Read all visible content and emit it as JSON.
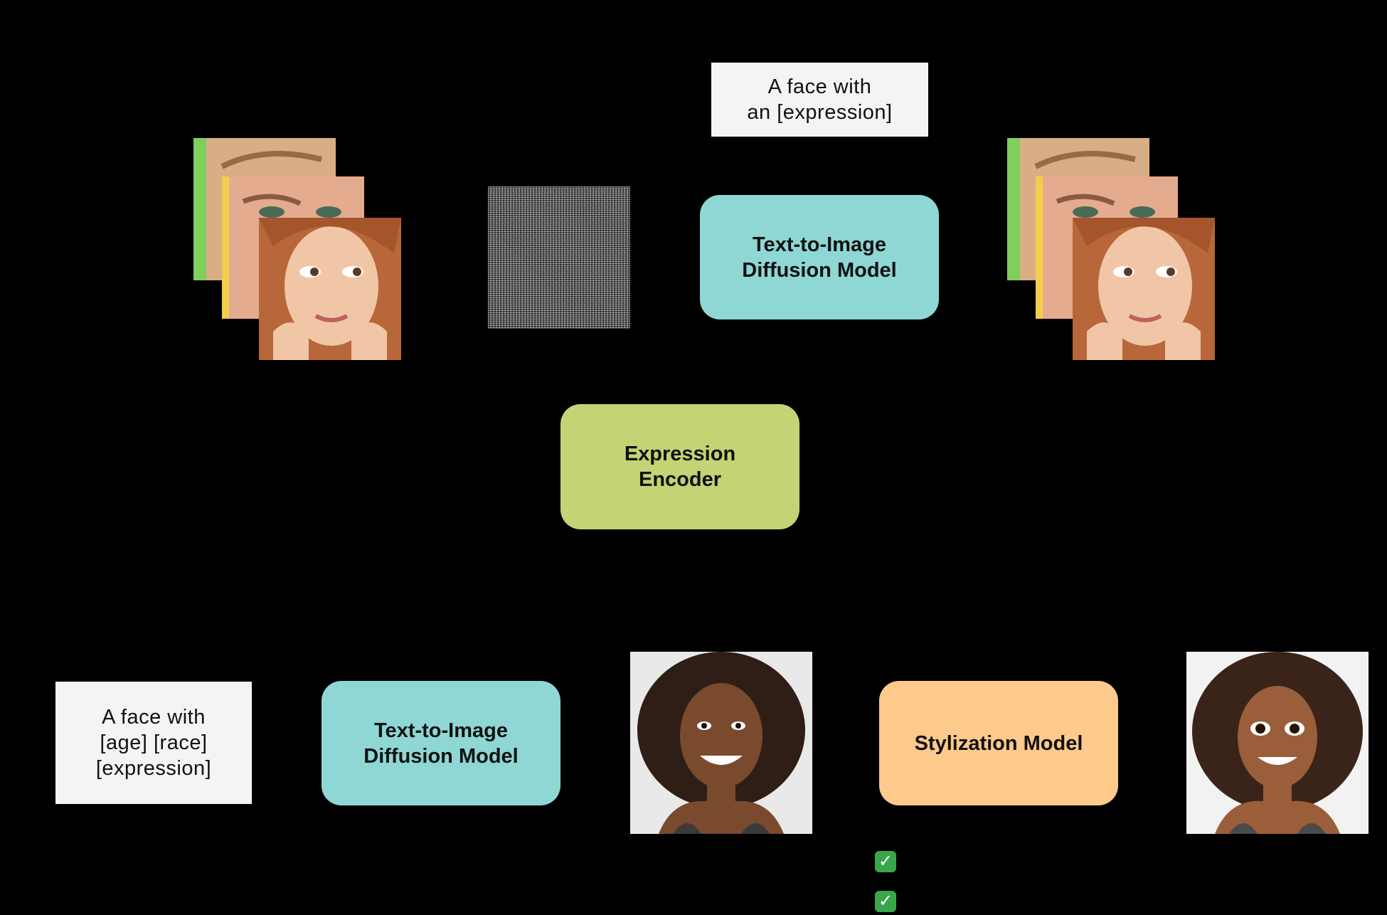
{
  "prompts": {
    "top": [
      "A face with",
      "an [expression]"
    ],
    "bottom": [
      "A face with",
      "[age] [race]",
      "[expression]"
    ]
  },
  "models": {
    "diffusion_top": [
      "Text-to-Image",
      "Diffusion Model"
    ],
    "encoder": [
      "Expression",
      "Encoder"
    ],
    "diffusion_bottom": [
      "Text-to-Image",
      "Diffusion Model"
    ],
    "stylization": [
      "Stylization Model"
    ]
  },
  "icons": {
    "check_1": "check-mark-icon",
    "check_2": "check-mark-icon",
    "check_symbol": "✓"
  },
  "colors": {
    "diffusion": "#8ed7d5",
    "encoder": "#c2d474",
    "stylization": "#fdca8c",
    "prompt_bg": "#f4f4f4",
    "check": "#3aa64a",
    "background": "#000000"
  }
}
